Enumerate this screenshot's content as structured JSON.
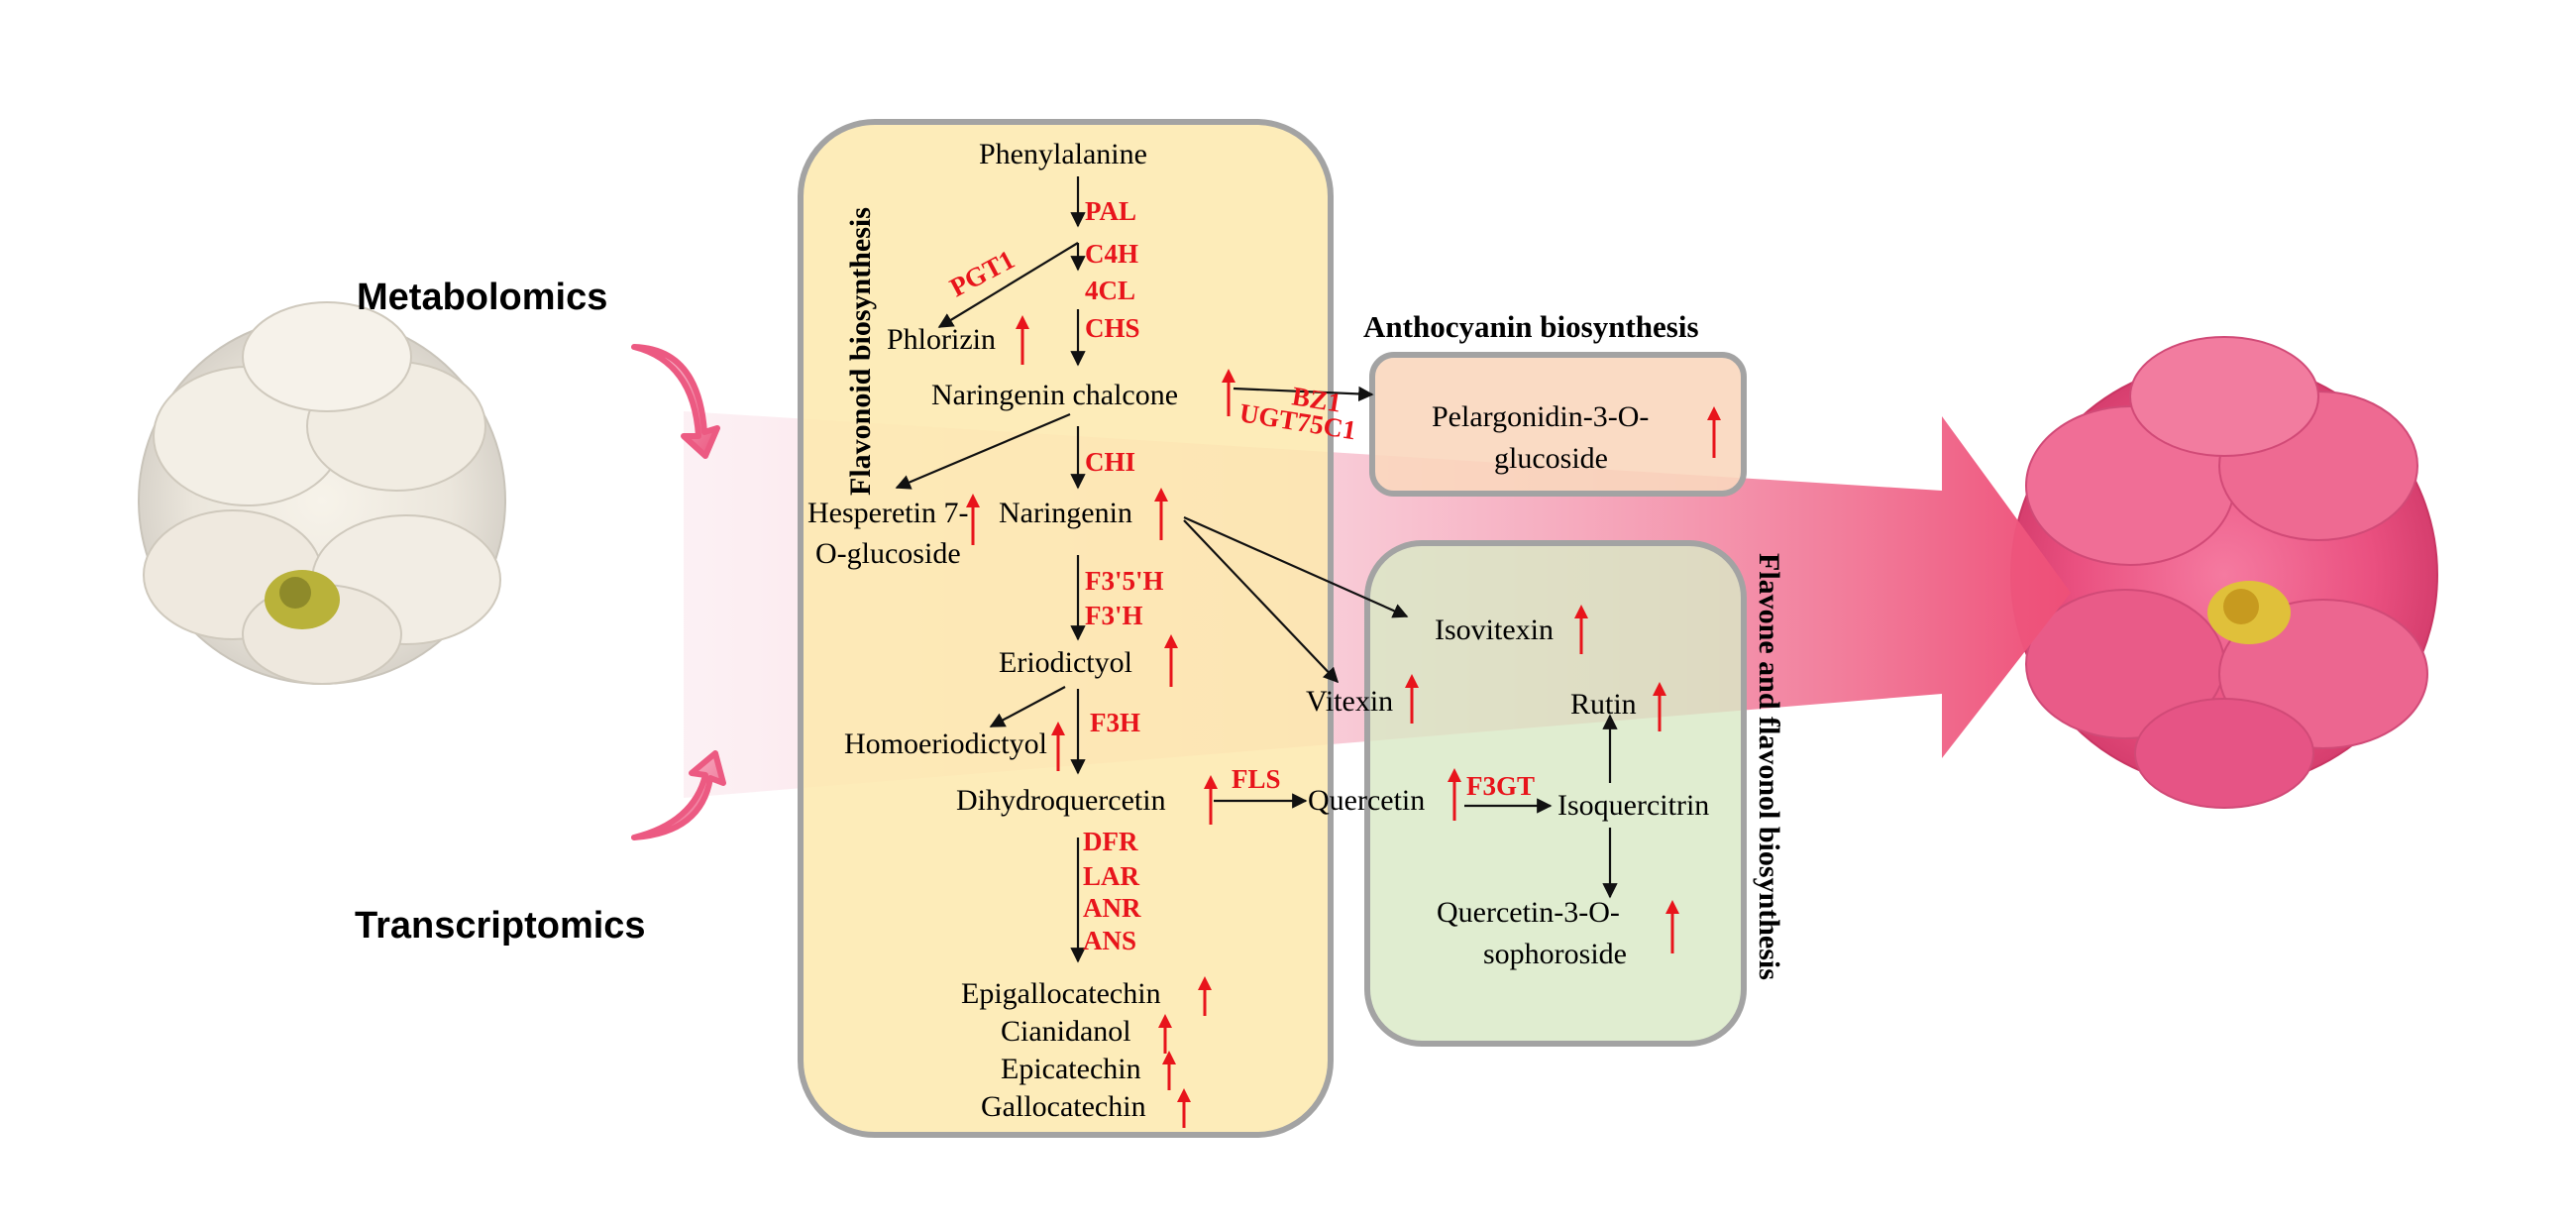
{
  "labels": {
    "metabolomics": "Metabolomics",
    "transcriptomics": "Transcriptomics"
  },
  "sections": {
    "flavonoid": "Flavonoid biosynthesis",
    "anthocyanin": "Anthocyanin biosynthesis",
    "flavone": "Flavone and flavonol biosynthesis"
  },
  "compounds": {
    "phenylalanine": "Phenylalanine",
    "phlorizin": "Phlorizin",
    "naringenin_chalcone": "Naringenin chalcone",
    "hesperetin_1": "Hesperetin 7-",
    "hesperetin_2": "O-glucoside",
    "naringenin": "Naringenin",
    "eriodictyol": "Eriodictyol",
    "homoeriodictyol": "Homoeriodictyol",
    "dihydroquercetin": "Dihydroquercetin",
    "epigallocatechin": "Epigallocatechin",
    "cianidanol": "Cianidanol",
    "epicatechin": "Epicatechin",
    "gallocatechin": "Gallocatechin",
    "pelargonidin_1": "Pelargonidin-3-O-",
    "pelargonidin_2": "glucoside",
    "isovitexin": "Isovitexin",
    "vitexin": "Vitexin",
    "rutin": "Rutin",
    "quercetin": "Quercetin",
    "isoquercitrin": "Isoquercitrin",
    "q3s_1": "Quercetin-3-O-",
    "q3s_2": "sophoroside"
  },
  "enzymes": {
    "pal": "PAL",
    "c4h": "C4H",
    "cl4": "4CL",
    "chs": "CHS",
    "pgt1": "PGT1",
    "bz1": "BZ1",
    "ugt75c1": "UGT75C1",
    "chi": "CHI",
    "f35h": "F3'5'H",
    "f3h_prime": "F3'H",
    "f3h": "F3H",
    "fls": "FLS",
    "f3gt": "F3GT",
    "dfr": "DFR",
    "lar": "LAR",
    "anr": "ANR",
    "ans": "ANS"
  },
  "colors": {
    "enzyme_red": "#e8141b",
    "flavonoid_box": "#fde9ae",
    "anthocyanin_box": "#f9d7be",
    "flavone_box": "#d9e9c6",
    "box_border": "#a3a3a3",
    "pink_arrow": "#ee4f78"
  }
}
